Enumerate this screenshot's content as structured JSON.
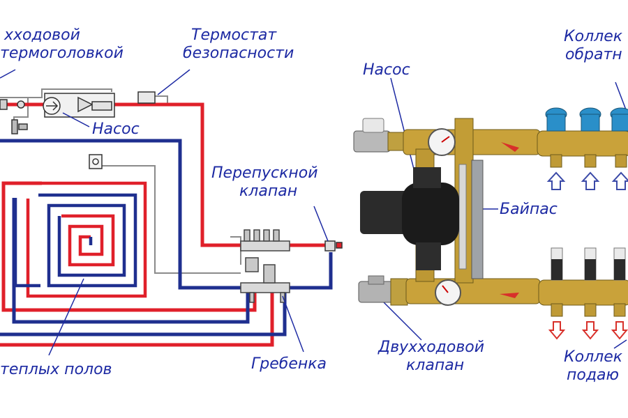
{
  "labels": {
    "valve_thermohead_line1": "хходовой",
    "valve_thermohead_line2": "термоголовкой",
    "safety_thermostat_line1": "Термостат",
    "safety_thermostat_line2": "безопасности",
    "pump_left": "Насос",
    "bypass_valve_line1": "Перепускной",
    "bypass_valve_line2": "клапан",
    "floor_loops": "теплых полов",
    "manifold_left": "Гребенка",
    "pump_right": "Насос",
    "collector_return_line1": "Коллек",
    "collector_return_line2": "обратн",
    "bypass": "Байпас",
    "two_way_valve_line1": "Двухходовой",
    "two_way_valve_line2": "клапан",
    "collector_supply_line1": "Коллек",
    "collector_supply_line2": "подаю"
  },
  "colors": {
    "supply_pipe": "#e0202a",
    "return_pipe": "#1f2f8f",
    "label_text": "#1d2aa3",
    "brass": "#c9a23a",
    "cap_blue": "#2a8fc9",
    "control_wire": "#8a8a8a"
  }
}
